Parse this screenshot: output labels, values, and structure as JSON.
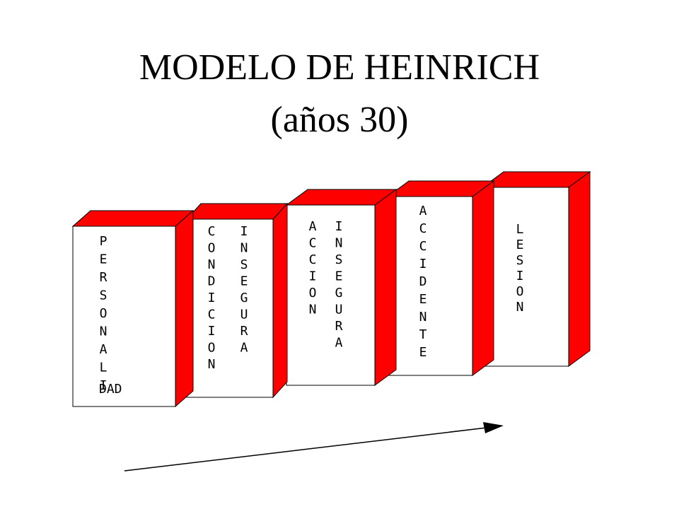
{
  "title": "MODELO DE HEINRICH",
  "subtitle": "(años  30)",
  "colors": {
    "edge": "#ff0000",
    "face": "#ffffff",
    "outline": "#000000"
  },
  "blocks": [
    {
      "name": "personalidad",
      "columns": [
        "PERSONALI"
      ],
      "tail": "DAD"
    },
    {
      "name": "condicion-insegura",
      "columns": [
        "CONDICION",
        "INSEGURA"
      ]
    },
    {
      "name": "accion-insegura",
      "columns": [
        "ACCION",
        "INSEGURA"
      ]
    },
    {
      "name": "accidente",
      "columns": [
        "ACCIDENTE"
      ]
    },
    {
      "name": "lesion",
      "columns": [
        "LESION"
      ]
    }
  ],
  "arrow": {
    "direction": "right-up"
  }
}
